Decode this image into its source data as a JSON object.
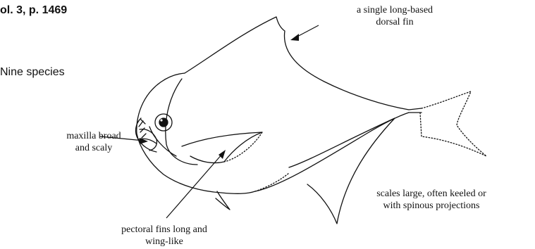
{
  "header": {
    "reference": "ol. 3, p. 1469",
    "species_note": "Nine species"
  },
  "annotations": {
    "dorsal_fin": [
      "a single long-based",
      "dorsal fin"
    ],
    "maxilla": [
      "maxilla broad",
      "and scaly"
    ],
    "scales": [
      "scales large, often keeled or",
      "with spinous projections"
    ],
    "pectoral_fins": [
      "pectoral fins long and",
      "wing-like"
    ]
  }
}
